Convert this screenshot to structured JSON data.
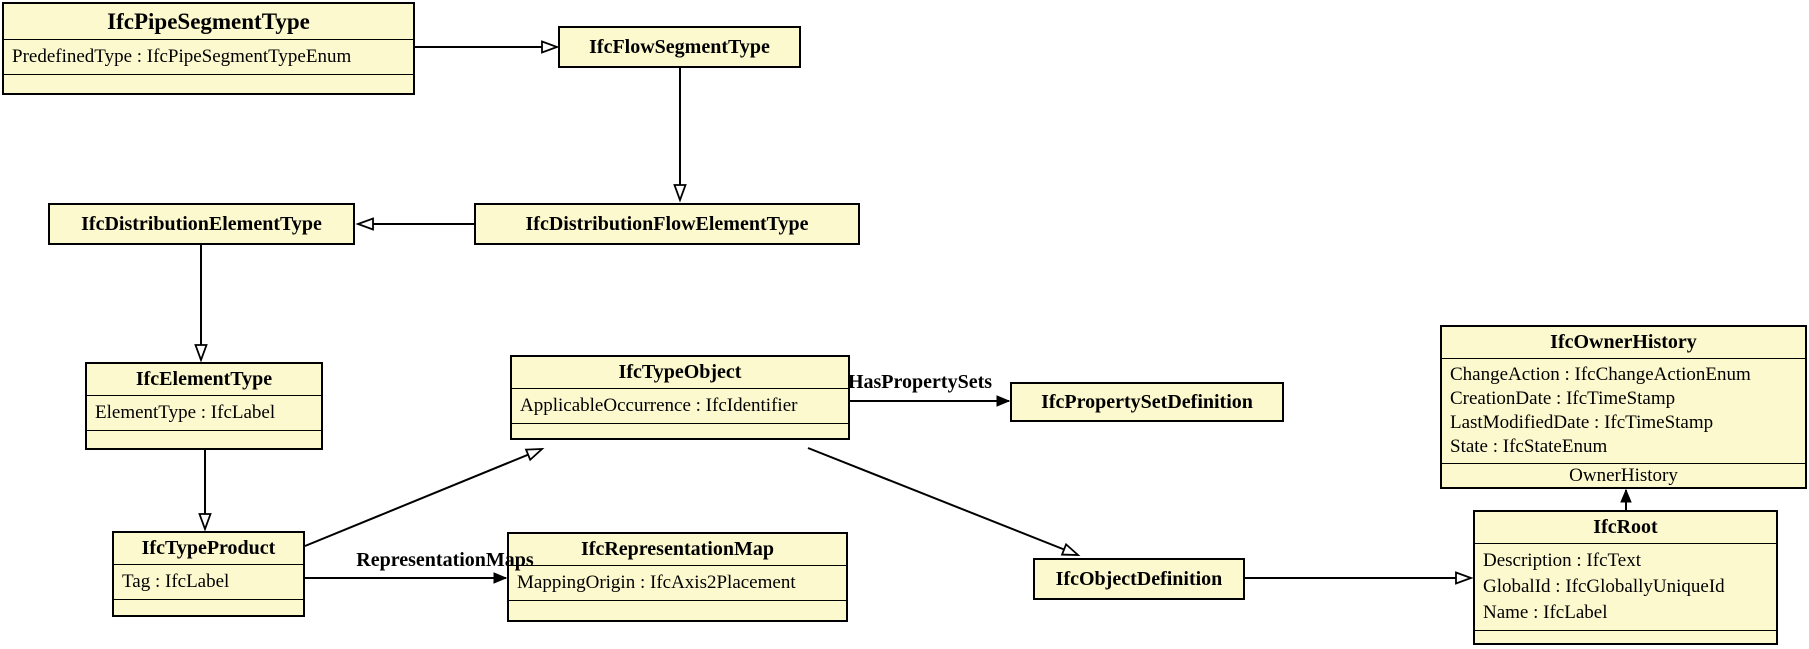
{
  "diagram": {
    "type": "uml-class-diagram",
    "nodes": {
      "pipe_segment_type": {
        "title": "IfcPipeSegmentType",
        "attributes": [
          "PredefinedType : IfcPipeSegmentTypeEnum"
        ]
      },
      "flow_segment_type": {
        "title": "IfcFlowSegmentType"
      },
      "distribution_element_type": {
        "title": "IfcDistributionElementType"
      },
      "distribution_flow_element_type": {
        "title": "IfcDistributionFlowElementType"
      },
      "element_type": {
        "title": "IfcElementType",
        "attributes": [
          "ElementType : IfcLabel"
        ]
      },
      "type_object": {
        "title": "IfcTypeObject",
        "attributes": [
          "ApplicableOccurrence : IfcIdentifier"
        ]
      },
      "property_set_definition": {
        "title": "IfcPropertySetDefinition"
      },
      "owner_history": {
        "title": "IfcOwnerHistory",
        "attributes": [
          "ChangeAction : IfcChangeActionEnum",
          "CreationDate : IfcTimeStamp",
          "LastModifiedDate : IfcTimeStamp",
          "State : IfcStateEnum"
        ],
        "footer_label": "OwnerHistory"
      },
      "type_product": {
        "title": "IfcTypeProduct",
        "attributes": [
          "Tag : IfcLabel"
        ]
      },
      "representation_map": {
        "title": "IfcRepresentationMap",
        "attributes": [
          "MappingOrigin : IfcAxis2Placement"
        ]
      },
      "object_definition": {
        "title": "IfcObjectDefinition"
      },
      "root": {
        "title": "IfcRoot",
        "attributes": [
          "Description : IfcText",
          "GlobalId : IfcGloballyUniqueId",
          "Name : IfcLabel"
        ]
      }
    },
    "edge_labels": {
      "has_property_sets": "HasPropertySets",
      "representation_maps": "RepresentationMaps"
    },
    "edges": [
      {
        "from": "IfcPipeSegmentType",
        "to": "IfcFlowSegmentType",
        "kind": "generalization"
      },
      {
        "from": "IfcFlowSegmentType",
        "to": "IfcDistributionFlowElementType",
        "kind": "generalization"
      },
      {
        "from": "IfcDistributionFlowElementType",
        "to": "IfcDistributionElementType",
        "kind": "generalization"
      },
      {
        "from": "IfcDistributionElementType",
        "to": "IfcElementType",
        "kind": "generalization"
      },
      {
        "from": "IfcElementType",
        "to": "IfcTypeProduct",
        "kind": "generalization"
      },
      {
        "from": "IfcTypeProduct",
        "to": "IfcTypeObject",
        "kind": "generalization"
      },
      {
        "from": "IfcTypeObject",
        "to": "IfcObjectDefinition",
        "kind": "generalization"
      },
      {
        "from": "IfcObjectDefinition",
        "to": "IfcRoot",
        "kind": "generalization"
      },
      {
        "from": "IfcTypeObject",
        "to": "IfcPropertySetDefinition",
        "kind": "association",
        "label": "HasPropertySets"
      },
      {
        "from": "IfcTypeProduct",
        "to": "IfcRepresentationMap",
        "kind": "association",
        "label": "RepresentationMaps"
      },
      {
        "from": "IfcRoot",
        "to": "IfcOwnerHistory",
        "kind": "association",
        "label": "OwnerHistory"
      }
    ],
    "colors": {
      "node_fill": "#FCF9CE",
      "node_border": "#000000",
      "canvas_background": "#FFFFFF"
    }
  }
}
